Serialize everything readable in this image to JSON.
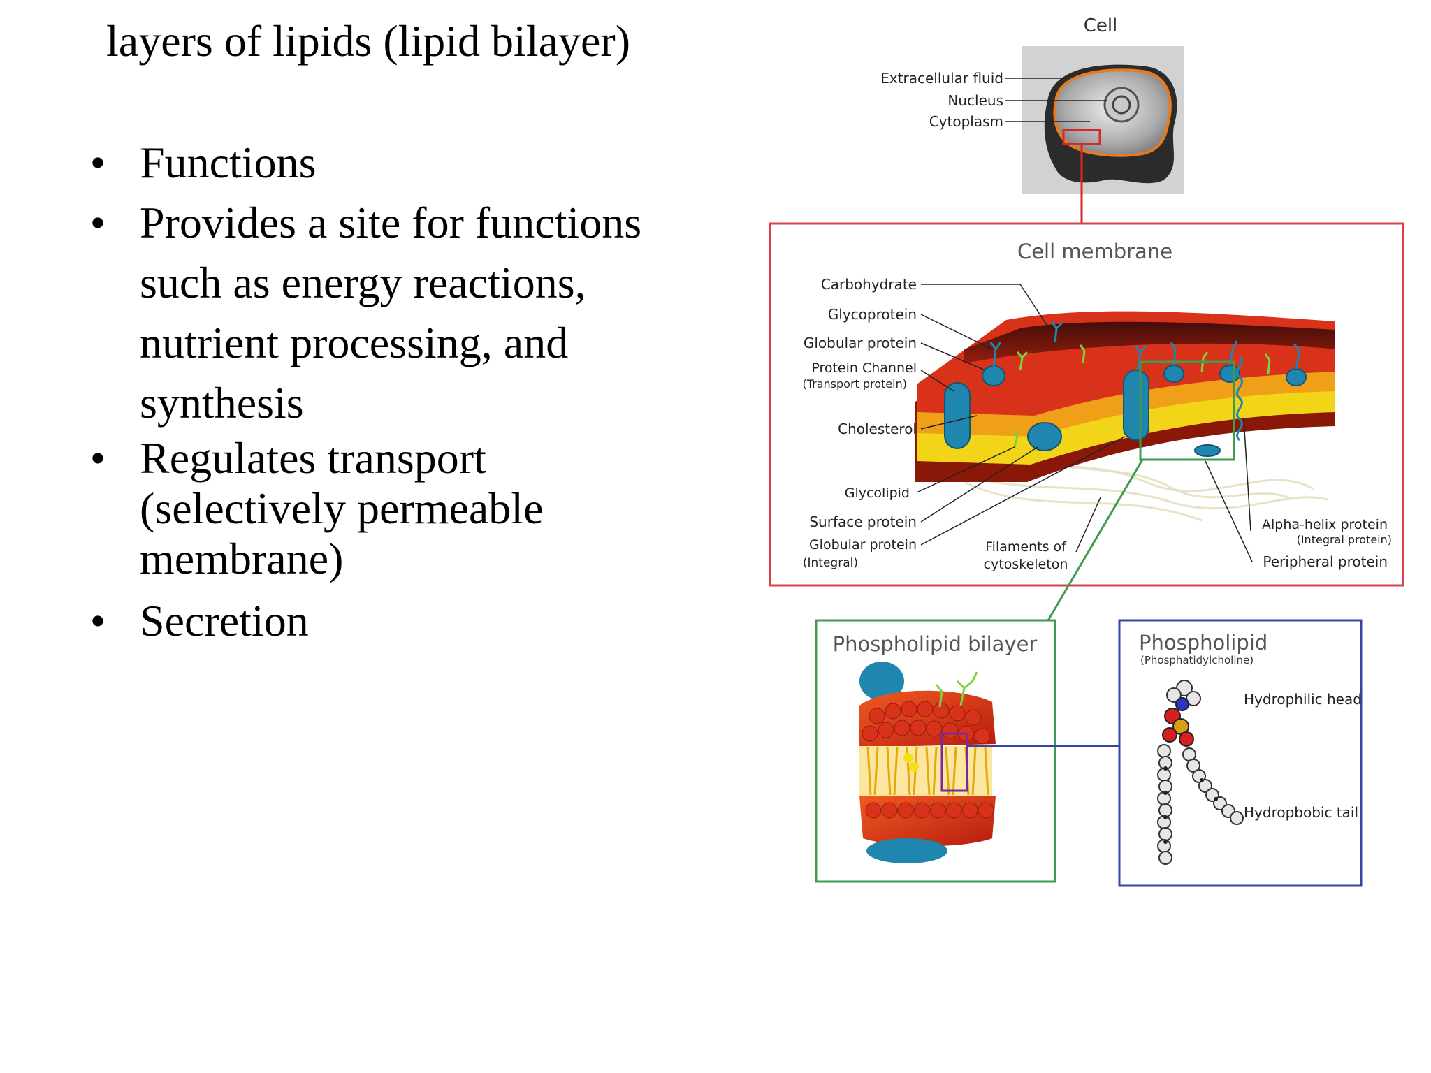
{
  "slide": {
    "heading": "layers of lipids (lipid bilayer)",
    "bullets": [
      "Functions",
      "Provides a site for functions such as energy reactions, nutrient processing, and synthesis",
      "Regulates transport (selectively permeable membrane)",
      "Secretion"
    ],
    "bullet_symbol": "•"
  },
  "diagram": {
    "cell": {
      "title": "Cell",
      "labels": {
        "extracellular_fluid": "Extracellular fluid",
        "nucleus": "Nucleus",
        "cytoplasm": "Cytoplasm"
      }
    },
    "membrane": {
      "title": "Cell membrane",
      "labels": {
        "carbohydrate": "Carbohydrate",
        "glycoprotein": "Glycoprotein",
        "globular_protein": "Globular protein",
        "protein_channel": "Protein Channel",
        "transport_protein": "(Transport protein)",
        "cholesterol": "Cholesterol",
        "glycolipid": "Glycolipid",
        "surface_protein": "Surface protein",
        "globular_protein_2": "Globular protein",
        "integral": "(Integral)",
        "filaments_line1": "Filaments  of",
        "filaments_line2": "cytoskeleton",
        "alpha_helix": "Alpha-helix protein",
        "integral_protein": "(Integral protein)",
        "peripheral": "Peripheral protein"
      }
    },
    "bilayer": {
      "title": "Phospholipid bilayer"
    },
    "phospholipid": {
      "title": "Phospholipid",
      "subtitle": "(Phosphatidylcholine)",
      "head_label": "Hydrophilic head",
      "tail_label": "Hydropbobic tail"
    },
    "colors": {
      "membrane_box": "#d9414a",
      "bilayer_box": "#3f9b50",
      "phospholipid_box": "#3346a0",
      "lipid_red": "#d8321a",
      "lipid_yellow": "#f2d418",
      "protein_blue": "#1f86b0"
    }
  }
}
